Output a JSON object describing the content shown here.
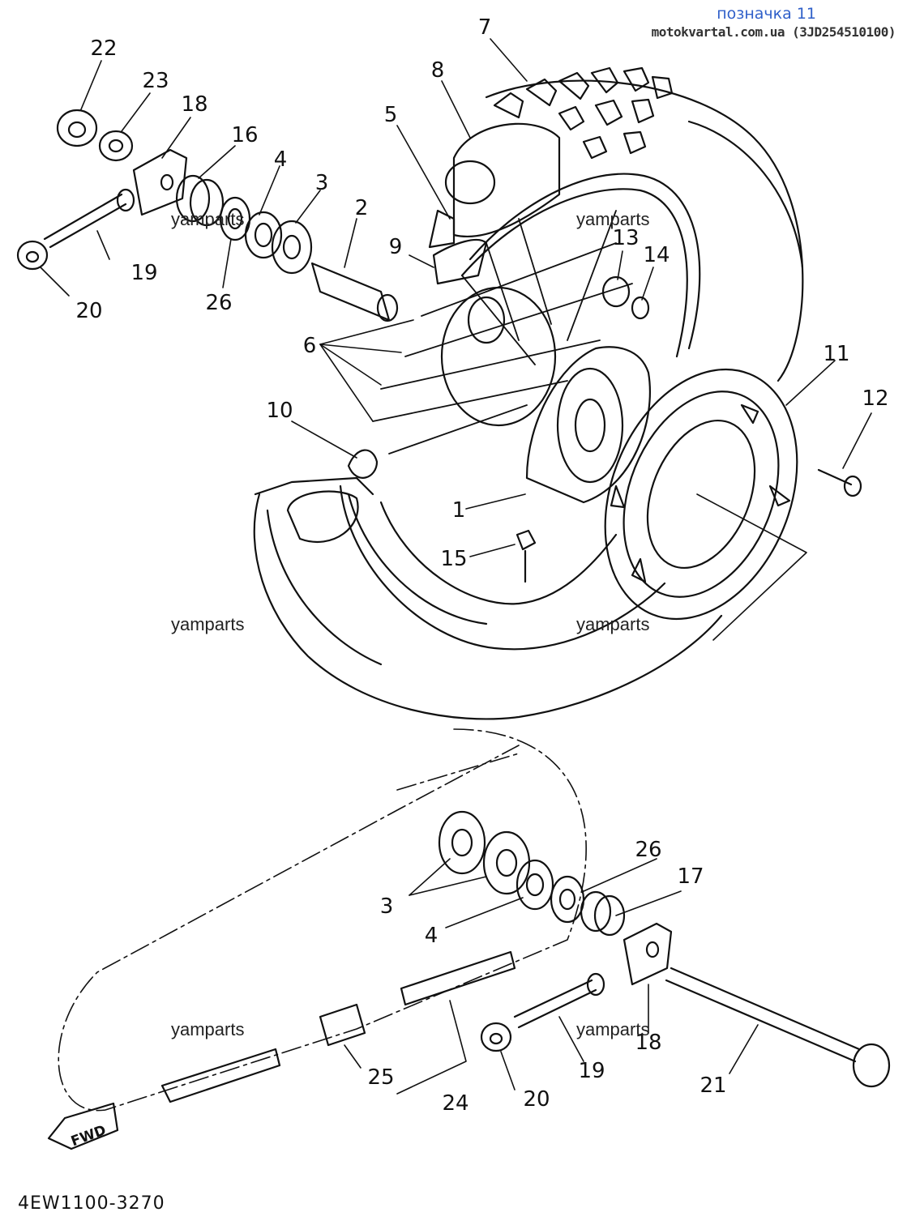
{
  "header": {
    "title": "позначка 11",
    "source": "motokvartal.com.ua (3JD254510100)"
  },
  "figure_code": "4EW1100-3270",
  "fwd_label": "FWD",
  "watermark": "yamparts",
  "callouts": {
    "c1": "1",
    "c2": "2",
    "c3a": "3",
    "c3b": "3",
    "c4a": "4",
    "c4b": "4",
    "c5": "5",
    "c6": "6",
    "c7": "7",
    "c8": "8",
    "c9": "9",
    "c10": "10",
    "c11": "11",
    "c12": "12",
    "c13": "13",
    "c14": "14",
    "c15": "15",
    "c16": "16",
    "c17": "17",
    "c18a": "18",
    "c18b": "18",
    "c19a": "19",
    "c19b": "19",
    "c20a": "20",
    "c20b": "20",
    "c21": "21",
    "c22": "22",
    "c23": "23",
    "c24": "24",
    "c25": "25",
    "c26a": "26",
    "c26b": "26"
  }
}
